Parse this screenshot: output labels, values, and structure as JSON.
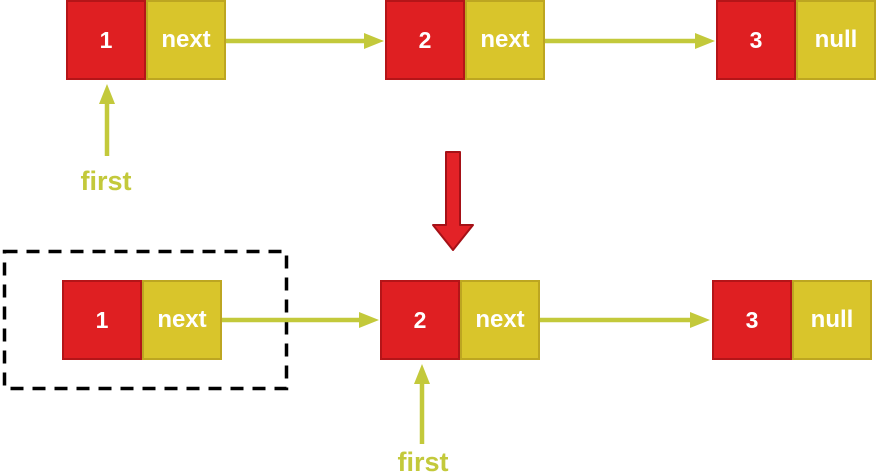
{
  "colors": {
    "node-red": "#df1f22",
    "node-red-border": "#b41518",
    "node-yellow": "#d9c52b",
    "node-yellow-border": "#bda621",
    "arrow-yellow": "#c3c93b",
    "label-yellow": "#c3c93b",
    "big-arrow-red": "#e32227",
    "big-arrow-border": "#a51117",
    "dashed-box": "#000000",
    "node-text": "#ffffff",
    "background": "#ffffff"
  },
  "before": {
    "nodes": [
      {
        "value": "1",
        "pointer": "next"
      },
      {
        "value": "2",
        "pointer": "next"
      },
      {
        "value": "3",
        "pointer": "null"
      }
    ],
    "first_label": "first"
  },
  "after": {
    "nodes": [
      {
        "value": "1",
        "pointer": "next"
      },
      {
        "value": "2",
        "pointer": "next"
      },
      {
        "value": "3",
        "pointer": "null"
      }
    ],
    "first_label": "first"
  }
}
